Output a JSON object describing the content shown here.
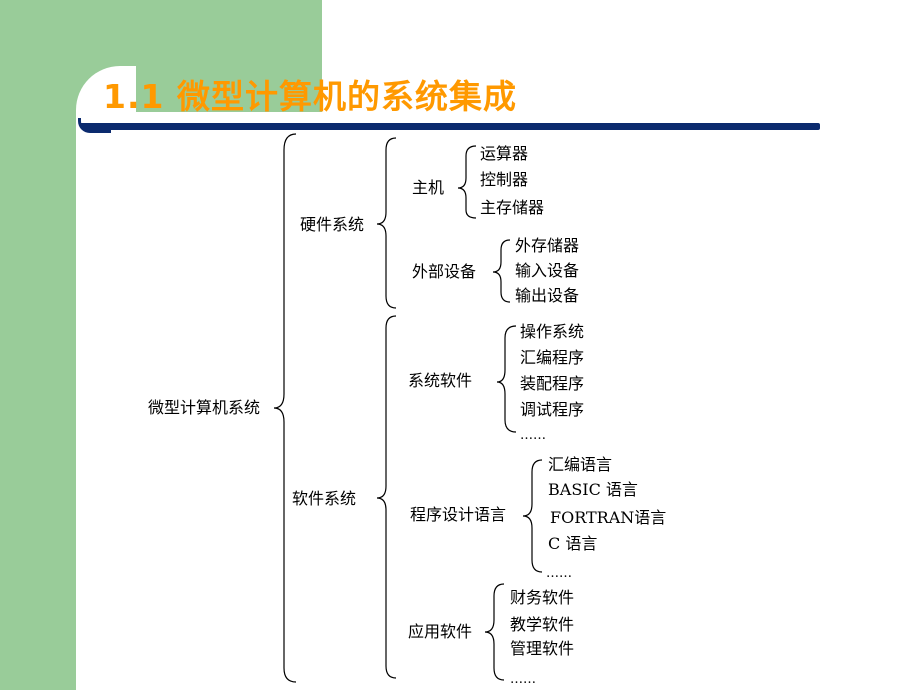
{
  "slide": {
    "title": "1.1  微型计算机的系统集成"
  },
  "tree": {
    "root": "微型计算机系统",
    "hardware": {
      "label": "硬件系统",
      "host": {
        "label": "主机",
        "items": [
          "运算器",
          "控制器",
          "主存储器"
        ]
      },
      "peripherals": {
        "label": "外部设备",
        "items": [
          "外存储器",
          "输入设备",
          "输出设备"
        ]
      }
    },
    "software": {
      "label": "软件系统",
      "system_software": {
        "label": "系统软件",
        "items": [
          "操作系统",
          "汇编程序",
          "装配程序",
          "调试程序"
        ],
        "more": "……"
      },
      "languages": {
        "label": "程序设计语言",
        "items": [
          "汇编语言",
          "BASIC 语言",
          "FORTRAN语言",
          "C 语言"
        ],
        "more": "……"
      },
      "applications": {
        "label": "应用软件",
        "items": [
          "财务软件",
          "教学软件",
          "管理软件"
        ],
        "more": "……"
      }
    }
  }
}
